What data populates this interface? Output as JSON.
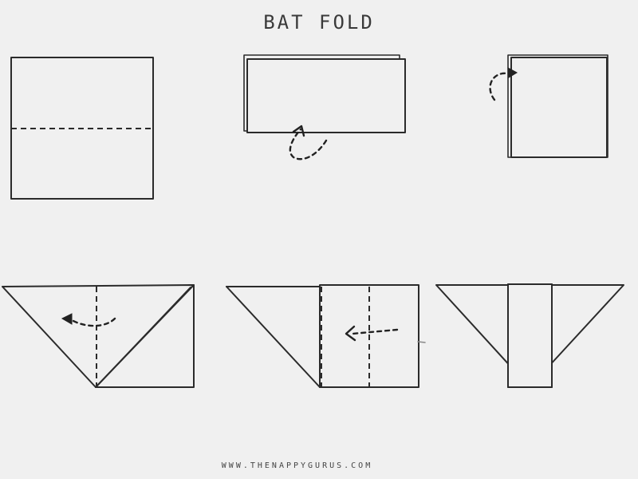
{
  "title": "BAT FOLD",
  "footer": "WWW.THENAPPYGURUS.COM",
  "colors": {
    "background": "#f0f0f0",
    "ink": "#2b2b2b"
  },
  "steps": [
    {
      "id": "step-1",
      "shape": "square-with-horizontal-fold-line"
    },
    {
      "id": "step-2",
      "shape": "folded-rectangle-with-curved-arrow"
    },
    {
      "id": "step-3",
      "shape": "folded-square-with-curved-arrow"
    },
    {
      "id": "step-4",
      "shape": "triangle-with-vertical-fold-and-arrow"
    },
    {
      "id": "step-5",
      "shape": "triangle-with-panel-and-left-arrow"
    },
    {
      "id": "step-6",
      "shape": "bat-wings-with-center-panel"
    }
  ]
}
